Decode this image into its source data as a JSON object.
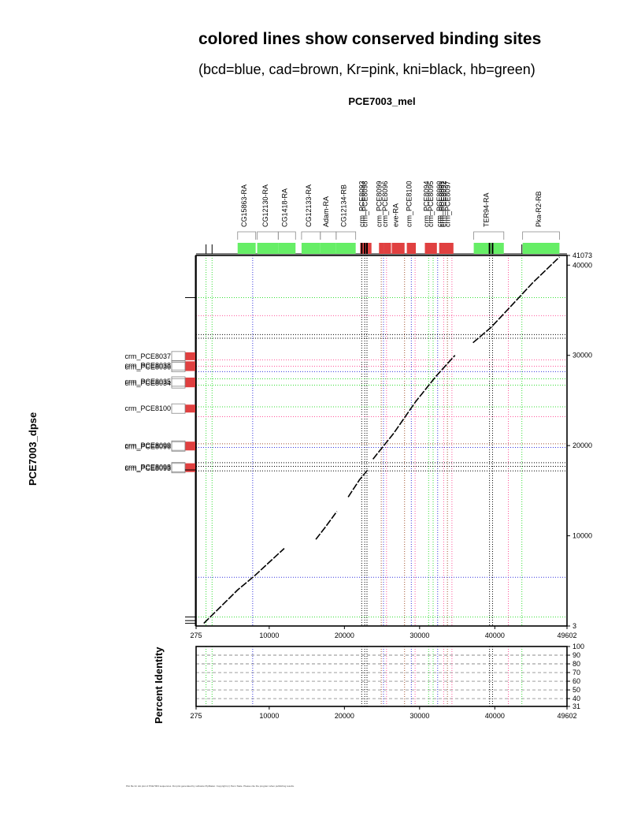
{
  "title": "colored lines show conserved binding sites",
  "subtitle": "(bcd=blue, cad=brown, Kr=pink, kni=black, hb=green)",
  "footer": "Plot file for dot plot of PCE7003 sequences. Dot plot generated by software PipMaker. Copyright (c) Penn State. Please cite the program when publishing results.",
  "colors": {
    "bcd": "#3333dd",
    "cad": "#a0522d",
    "Kr": "#ff5599",
    "kni": "#000000",
    "hb": "#33dd33",
    "gene": "#66ee66",
    "crm": "#e04040"
  },
  "chart_data": [
    {
      "type": "scatter",
      "title": "PCE7003_mel",
      "xlabel": "PCE7003_mel",
      "ylabel": "PCE7003_dpse",
      "xlim": [
        275,
        49602
      ],
      "ylim": [
        3,
        41073
      ],
      "x_ticks": [
        275,
        10000,
        20000,
        30000,
        40000,
        49602
      ],
      "x_tick_labels": [
        "275",
        "10000",
        "20000",
        "30000",
        "40000",
        "49602"
      ],
      "y_ticks": [
        3,
        10000,
        20000,
        30000,
        40000,
        41073
      ],
      "y_tick_labels": [
        "3",
        "10000",
        "20000",
        "30000",
        "40000",
        "41073"
      ],
      "grid": false,
      "genes_x": [
        {
          "label": "CG15863-RA",
          "start": 5800,
          "end": 8200
        },
        {
          "label": "CG12130-RA",
          "start": 8400,
          "end": 11200
        },
        {
          "label": "CG1418-RA",
          "start": 11200,
          "end": 13500
        },
        {
          "label": "CG12133-RA",
          "start": 14300,
          "end": 16800
        },
        {
          "label": "Adam-RA",
          "start": 16800,
          "end": 18900
        },
        {
          "label": "CG12134-RB",
          "start": 18900,
          "end": 21500
        }
      ],
      "crms_x": [
        {
          "label": "crm_PCE8093",
          "start": 22100,
          "end": 23200
        },
        {
          "label": "crm_PCE8098",
          "start": 22500,
          "end": 23600
        },
        {
          "label": "crm_PCE8099",
          "start": 24600,
          "end": 25300
        },
        {
          "label": "crm_PCE8096",
          "start": 25300,
          "end": 26200
        },
        {
          "label": "eve-RA",
          "start": 26300,
          "end": 28000
        },
        {
          "label": "crm_PCE8100",
          "start": 28300,
          "end": 29500
        },
        {
          "label": "crm_PCE8094",
          "start": 30700,
          "end": 31700
        },
        {
          "label": "crm_PCE8095",
          "start": 31300,
          "end": 32300
        },
        {
          "label": "crm_PCE8090",
          "start": 32600,
          "end": 33300
        },
        {
          "label": "crm_PCE8091",
          "start": 32900,
          "end": 33600
        },
        {
          "label": "crm_PCE8092",
          "start": 33200,
          "end": 33900
        },
        {
          "label": "crm_PCE8097",
          "start": 33600,
          "end": 34500
        }
      ],
      "genes_x_right": [
        {
          "label": "TER94-RA",
          "start": 37200,
          "end": 41200
        },
        {
          "label": "Pka-R2-RB",
          "start": 43700,
          "end": 48600
        }
      ],
      "crms_y": [
        {
          "label": "crm_PCE8037",
          "pos": 29900
        },
        {
          "label": "crm_PCE8038",
          "pos": 28900
        },
        {
          "label": "crm_PCE8036",
          "pos": 28700
        },
        {
          "label": "crm_PCE8035",
          "pos": 27100
        },
        {
          "label": "crm_PCE8034",
          "pos": 26900
        },
        {
          "label": "crm_PCE8100",
          "pos": 24100
        },
        {
          "label": "crm_PCE8099",
          "pos": 20000
        },
        {
          "label": "crm_PCE8096",
          "pos": 19900
        },
        {
          "label": "crm_PCE8098",
          "pos": 17600
        },
        {
          "label": "crm_PCE8093",
          "pos": 17500
        }
      ],
      "vlines": [
        {
          "x": 1600,
          "tf": "hb"
        },
        {
          "x": 2400,
          "tf": "hb"
        },
        {
          "x": 7800,
          "tf": "bcd"
        },
        {
          "x": 22300,
          "tf": "kni"
        },
        {
          "x": 22700,
          "tf": "kni"
        },
        {
          "x": 23000,
          "tf": "kni"
        },
        {
          "x": 24900,
          "tf": "cad"
        },
        {
          "x": 25200,
          "tf": "bcd"
        },
        {
          "x": 25600,
          "tf": "Kr"
        },
        {
          "x": 28000,
          "tf": "cad"
        },
        {
          "x": 28900,
          "tf": "bcd"
        },
        {
          "x": 29400,
          "tf": "Kr"
        },
        {
          "x": 31200,
          "tf": "hb"
        },
        {
          "x": 31800,
          "tf": "hb"
        },
        {
          "x": 32400,
          "tf": "bcd"
        },
        {
          "x": 33200,
          "tf": "Kr"
        },
        {
          "x": 33700,
          "tf": "cad"
        },
        {
          "x": 34300,
          "tf": "Kr"
        },
        {
          "x": 39300,
          "tf": "kni"
        },
        {
          "x": 39700,
          "tf": "kni"
        },
        {
          "x": 41800,
          "tf": "Kr"
        },
        {
          "x": 43600,
          "tf": "hb"
        }
      ],
      "hlines": [
        {
          "y": 1000,
          "tf": "hb"
        },
        {
          "y": 5400,
          "tf": "bcd"
        },
        {
          "y": 17200,
          "tf": "kni"
        },
        {
          "y": 17700,
          "tf": "kni"
        },
        {
          "y": 18100,
          "tf": "kni"
        },
        {
          "y": 19800,
          "tf": "bcd"
        },
        {
          "y": 20200,
          "tf": "cad"
        },
        {
          "y": 23200,
          "tf": "Kr"
        },
        {
          "y": 24300,
          "tf": "hb"
        },
        {
          "y": 26700,
          "tf": "hb"
        },
        {
          "y": 27400,
          "tf": "hb"
        },
        {
          "y": 28200,
          "tf": "bcd"
        },
        {
          "y": 28800,
          "tf": "Kr"
        },
        {
          "y": 29500,
          "tf": "Kr"
        },
        {
          "y": 31900,
          "tf": "kni"
        },
        {
          "y": 32300,
          "tf": "kni"
        },
        {
          "y": 34400,
          "tf": "Kr"
        },
        {
          "y": 36400,
          "tf": "hb"
        }
      ],
      "series": [
        {
          "x": [
            1300,
            3500,
            5800,
            8100,
            10300,
            12000
          ],
          "y": [
            300,
            2100,
            4000,
            5600,
            7300,
            8600
          ]
        },
        {
          "x": [
            16200,
            17500,
            19000
          ],
          "y": [
            9600,
            11000,
            12700
          ]
        },
        {
          "x": [
            20500,
            22000,
            23200
          ],
          "y": [
            14300,
            16200,
            17400
          ]
        },
        {
          "x": [
            23800,
            26500,
            29500,
            32200,
            34700
          ],
          "y": [
            18500,
            21300,
            24900,
            27700,
            30000
          ]
        },
        {
          "x": [
            37100,
            39500,
            42200,
            45100,
            48600
          ],
          "y": [
            31400,
            33100,
            35500,
            38100,
            40900
          ]
        }
      ]
    },
    {
      "type": "scatter",
      "title": "",
      "ylabel": "Percent Identity",
      "xlim": [
        275,
        49602
      ],
      "ylim": [
        31,
        100
      ],
      "x_ticks": [
        275,
        10000,
        20000,
        30000,
        40000,
        49602
      ],
      "x_tick_labels": [
        "275",
        "10000",
        "20000",
        "30000",
        "40000",
        "49602"
      ],
      "y_ticks": [
        31,
        40,
        50,
        60,
        70,
        80,
        90,
        100
      ],
      "y_tick_labels": [
        "31",
        "40",
        "50",
        "60",
        "70",
        "80",
        "90",
        "100"
      ],
      "gridlines_y": [
        40,
        50,
        60,
        70,
        80,
        90
      ]
    }
  ]
}
